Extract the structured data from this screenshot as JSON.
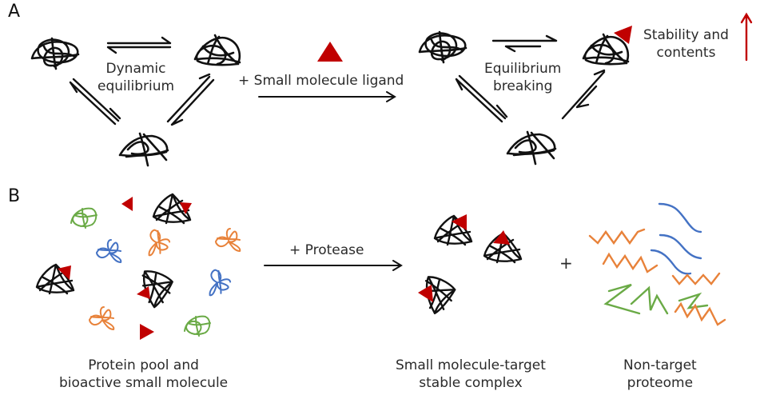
{
  "panels": {
    "a": {
      "letter": "A",
      "left_state_label": [
        "Dynamic",
        "equilibrium"
      ],
      "ligand_label": "+ Small molecule ligand",
      "right_state_label": [
        "Equilibrium",
        "breaking"
      ],
      "stability_label": [
        "Stability and",
        "contents"
      ]
    },
    "b": {
      "letter": "B",
      "pool_label": [
        "Protein pool and",
        "bioactive small molecule"
      ],
      "protease_label": "+ Protease",
      "plus_sign": "+",
      "complex_label": [
        "Small molecule-target",
        "stable complex"
      ],
      "nontarget_label": [
        "Non-target",
        "proteome"
      ]
    }
  },
  "colors": {
    "protein": "#111111",
    "ligand": "#c00000",
    "orange": "#e8823a",
    "blue": "#4472c4",
    "green": "#6aaa46"
  },
  "icons": {
    "protein_conformer": "tangled-protein-icon",
    "ligand": "red-triangle-icon",
    "increase": "up-arrow-icon"
  }
}
